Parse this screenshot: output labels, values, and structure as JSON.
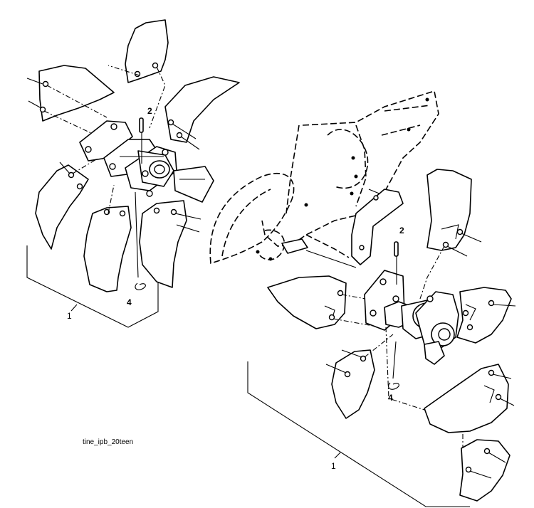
{
  "callouts": {
    "left_assembly": "1",
    "left_pin": "2",
    "left_clip": "4",
    "right_assembly": "1",
    "right_pin": "2",
    "right_clip": "4"
  },
  "caption": "tine_ipb_20teen",
  "colors": {
    "line": "#000000",
    "background": "#ffffff"
  }
}
